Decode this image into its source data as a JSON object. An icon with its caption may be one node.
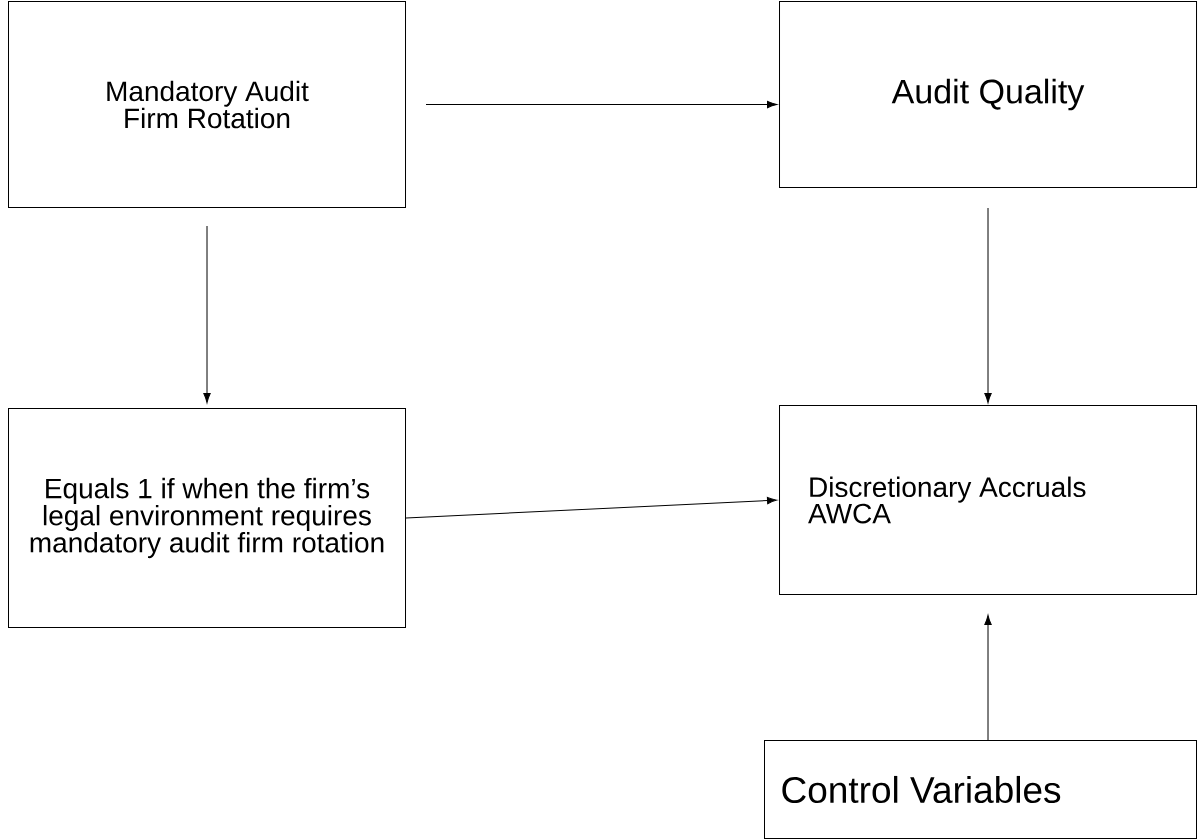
{
  "diagram": {
    "nodes": [
      {
        "text": [
          "Mandatory Audit Firm Rotation"
        ]
      },
      {
        "text": [
          "Audit Quality"
        ]
      },
      {
        "text": [
          "Equals 1 if when the firm’s legal environment requires mandatory audit firm rotation"
        ]
      },
      {
        "text": [
          "Discretionary Accruals AWCA"
        ]
      },
      {
        "text": [
          "Control Variables"
        ]
      }
    ],
    "edges": [
      {
        "from": 0,
        "to": 1,
        "arrow": "to"
      },
      {
        "from": 0,
        "to": 2,
        "arrow": "to"
      },
      {
        "from": 1,
        "to": 3,
        "arrow": "to"
      },
      {
        "from": 2,
        "to": 3,
        "arrow": "to"
      },
      {
        "from": 4,
        "to": 3,
        "arrow": "to"
      }
    ]
  }
}
